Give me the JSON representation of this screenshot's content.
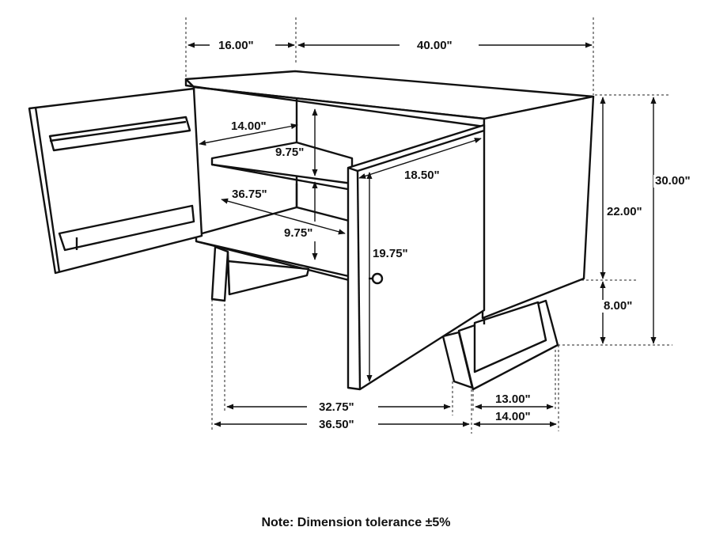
{
  "diagram": {
    "subject": "Two-door cabinet / nightstand line drawing with one door open",
    "line_color": "#111111",
    "background": "#ffffff"
  },
  "dimensions": {
    "left_door_width": "16.00\"",
    "overall_width": "40.00\"",
    "inner_depth": "14.00\"",
    "upper_shelf_gap": "9.75\"",
    "right_door_width": "18.50\"",
    "interior_width": "36.75\"",
    "lower_shelf_gap": "9.75\"",
    "door_height": "19.75\"",
    "case_height": "22.00\"",
    "overall_height": "30.00\"",
    "leg_height": "8.00\"",
    "leg_span_inner": "32.75\"",
    "leg_span_outer": "36.50\"",
    "leg_depth_inner": "13.00\"",
    "leg_depth_outer": "14.00\""
  },
  "note": "Note: Dimension tolerance ±5%"
}
